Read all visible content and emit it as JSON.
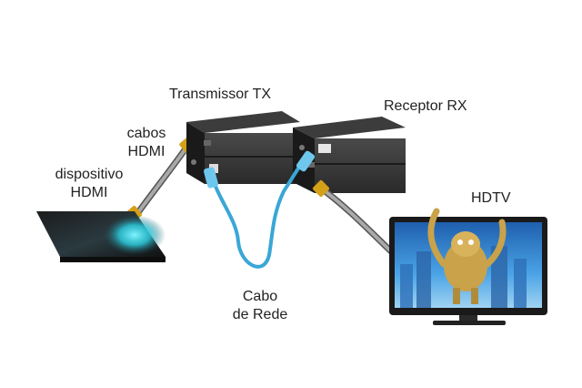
{
  "labels": {
    "transmitter": "Transmissor TX",
    "receiver": "Receptor RX",
    "hdmi_cables": [
      "cabos",
      "HDMI"
    ],
    "hdmi_device": [
      "dispositivo",
      "HDMI"
    ],
    "hdtv": "HDTV",
    "network_cable": [
      "Cabo",
      "de Rede"
    ]
  },
  "colors": {
    "box": "#2b2b2b",
    "network_cable": "#3aa7d6",
    "hdmi_cable": "#8a8a8a",
    "hdmi_tip": "#d4a017",
    "player_glow": "#3fd6e8",
    "screen_sky": "#4aa3e6"
  },
  "icons": {
    "transmitter": "transmitter-box-icon",
    "receiver": "receiver-box-icon",
    "device": "media-player-icon",
    "tv": "tv-icon"
  }
}
